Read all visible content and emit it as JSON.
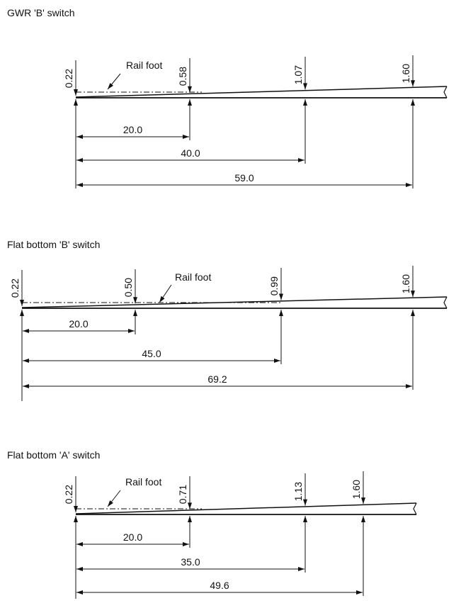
{
  "diagrams": [
    {
      "title": "GWR 'B' switch",
      "rail_foot_label": "Rail foot",
      "heights": [
        "0.22",
        "0.58",
        "1.07",
        "1.60"
      ],
      "distances": [
        "20.0",
        "40.0",
        "59.0"
      ]
    },
    {
      "title": "Flat bottom 'B' switch",
      "rail_foot_label": "Rail foot",
      "heights": [
        "0.22",
        "0.50",
        "0.99",
        "1.60"
      ],
      "distances": [
        "20.0",
        "45.0",
        "69.2"
      ]
    },
    {
      "title": "Flat bottom 'A' switch",
      "rail_foot_label": "Rail foot",
      "heights": [
        "0.22",
        "0.71",
        "1.13",
        "1.60"
      ],
      "distances": [
        "20.0",
        "35.0",
        "49.6"
      ]
    }
  ]
}
